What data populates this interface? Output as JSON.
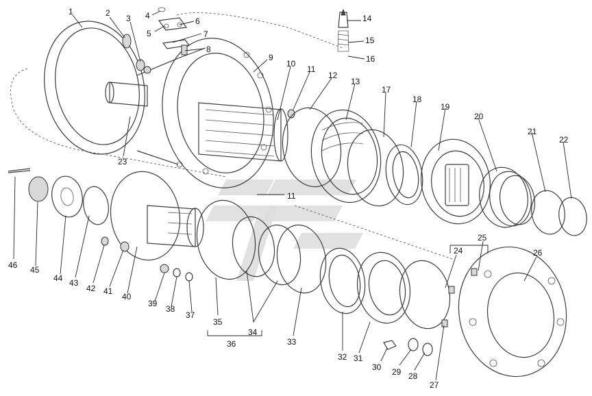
{
  "callouts": [
    {
      "id": "c1",
      "text": "1"
    },
    {
      "id": "c2",
      "text": "2"
    },
    {
      "id": "c3",
      "text": "3"
    },
    {
      "id": "c4",
      "text": "4"
    },
    {
      "id": "c5",
      "text": "5"
    },
    {
      "id": "c6",
      "text": "6"
    },
    {
      "id": "c7",
      "text": "7"
    },
    {
      "id": "c8",
      "text": "8"
    },
    {
      "id": "c9",
      "text": "9"
    },
    {
      "id": "c10",
      "text": "10"
    },
    {
      "id": "c11a",
      "text": "11"
    },
    {
      "id": "c11b",
      "text": "11"
    },
    {
      "id": "c12",
      "text": "12"
    },
    {
      "id": "c13",
      "text": "13"
    },
    {
      "id": "c14",
      "text": "14"
    },
    {
      "id": "c15",
      "text": "15"
    },
    {
      "id": "c16",
      "text": "16"
    },
    {
      "id": "c17",
      "text": "17"
    },
    {
      "id": "c18",
      "text": "18"
    },
    {
      "id": "c19",
      "text": "19"
    },
    {
      "id": "c20",
      "text": "20"
    },
    {
      "id": "c21",
      "text": "21"
    },
    {
      "id": "c22",
      "text": "22"
    },
    {
      "id": "c23",
      "text": "23"
    },
    {
      "id": "c24",
      "text": "24"
    },
    {
      "id": "c25",
      "text": "25"
    },
    {
      "id": "c26",
      "text": "26"
    },
    {
      "id": "c27",
      "text": "27"
    },
    {
      "id": "c28",
      "text": "28"
    },
    {
      "id": "c29",
      "text": "29"
    },
    {
      "id": "c30",
      "text": "30"
    },
    {
      "id": "c31",
      "text": "31"
    },
    {
      "id": "c32",
      "text": "32"
    },
    {
      "id": "c33",
      "text": "33"
    },
    {
      "id": "c34",
      "text": "34"
    },
    {
      "id": "c35",
      "text": "35"
    },
    {
      "id": "c36",
      "text": "36"
    },
    {
      "id": "c37",
      "text": "37"
    },
    {
      "id": "c38",
      "text": "38"
    },
    {
      "id": "c39",
      "text": "39"
    },
    {
      "id": "c40",
      "text": "40"
    },
    {
      "id": "c41",
      "text": "41"
    },
    {
      "id": "c42",
      "text": "42"
    },
    {
      "id": "c43",
      "text": "43"
    },
    {
      "id": "c44",
      "text": "44"
    },
    {
      "id": "c45",
      "text": "45"
    },
    {
      "id": "c46",
      "text": "46"
    }
  ],
  "colors": {
    "line": "#3a3a3a",
    "watermark": "#dcdcdc",
    "background": "#ffffff"
  }
}
